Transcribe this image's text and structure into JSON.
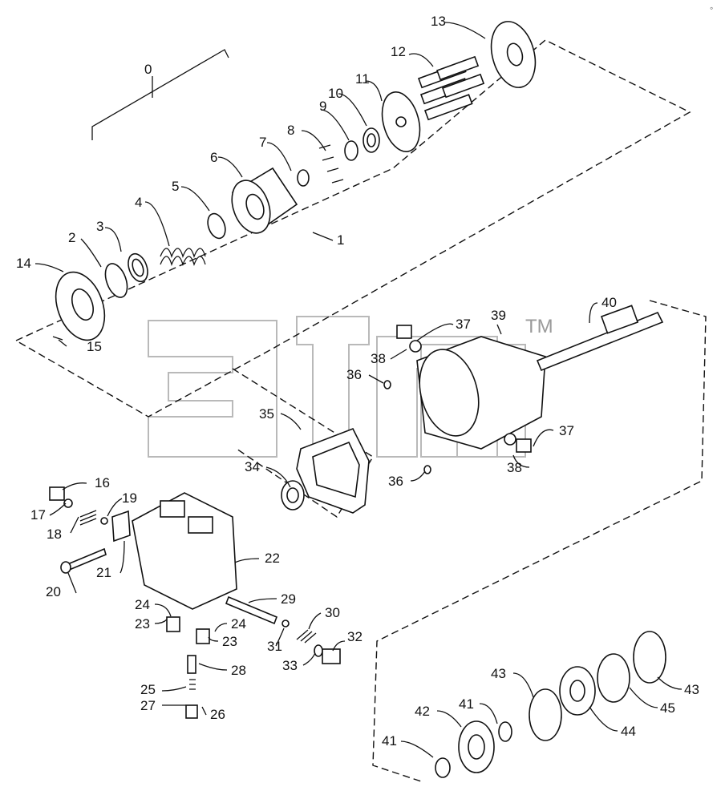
{
  "diagram": {
    "watermark_tm": "TM",
    "corner_mark": "◦"
  },
  "labels": {
    "l0": "0",
    "l1": "1",
    "l2": "2",
    "l3": "3",
    "l4": "4",
    "l5": "5",
    "l6": "6",
    "l7": "7",
    "l8": "8",
    "l9": "9",
    "l10": "10",
    "l11": "11",
    "l12": "12",
    "l13": "13",
    "l14": "14",
    "l15": "15",
    "l16": "16",
    "l17": "17",
    "l18": "18",
    "l19": "19",
    "l20": "20",
    "l21": "21",
    "l22": "22",
    "l23a": "23",
    "l23b": "23",
    "l24a": "24",
    "l24b": "24",
    "l25": "25",
    "l26": "26",
    "l27": "27",
    "l28": "28",
    "l29": "29",
    "l30": "30",
    "l31": "31",
    "l32": "32",
    "l33": "33",
    "l34": "34",
    "l35": "35",
    "l36a": "36",
    "l36b": "36",
    "l37a": "37",
    "l37b": "37",
    "l38a": "38",
    "l38b": "38",
    "l39": "39",
    "l40": "40",
    "l41a": "41",
    "l41b": "41",
    "l42": "42",
    "l43a": "43",
    "l43b": "43",
    "l44": "44",
    "l45": "45"
  }
}
